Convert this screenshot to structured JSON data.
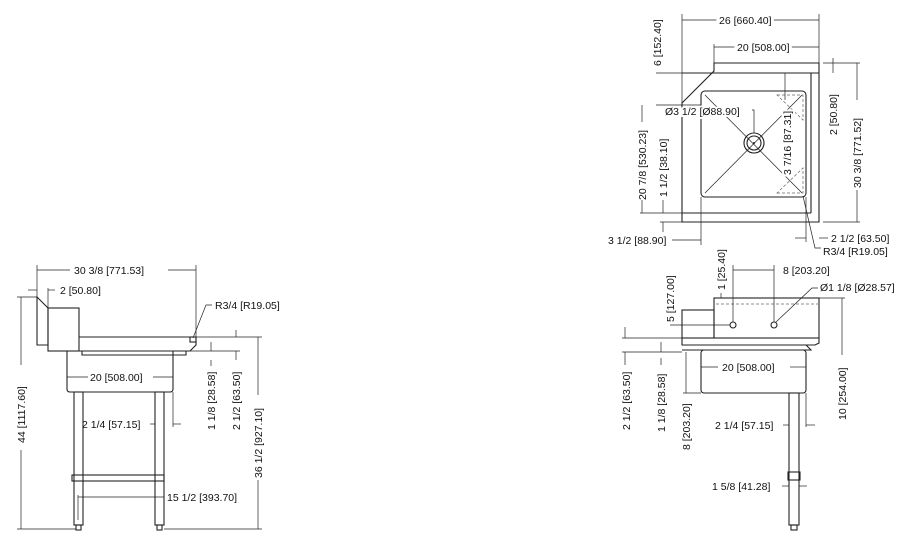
{
  "top_view": {
    "overall_width": "26 [660.40]",
    "bowl_width": "20 [508.00]",
    "backsplash_offset": "6 [152.40]",
    "drain_diameter": "Ø3 1/2 [Ø88.90]",
    "drain_offset": "3 7/16 [87.31]",
    "rim_depth": "2 [50.80]",
    "overall_depth": "30 3/8 [771.52]",
    "bowl_front_back": "20 7/8 [530.23]",
    "front_edge": "1 1/2 [38.10]",
    "left_margin": "3 1/2 [88.90]",
    "right_margin": "2 1/2 [63.50]",
    "corner_radius": "R3/4 [R19.05]"
  },
  "front_view": {
    "faucet_top": "1 [25.40]",
    "faucet_spacing": "8 [203.20]",
    "faucet_hole": "Ø1 1/8 [Ø28.57]",
    "faucet_height": "5 [127.00]",
    "rim_height": "2 1/2 [63.50]",
    "rim_drop": "1 1/8 [28.58]",
    "bowl_depth": "8 [203.20]",
    "bowl_width": "20 [508.00]",
    "backsplash_height": "10 [254.00]",
    "leg_offset": "2 1/4 [57.15]",
    "leg_diameter": "1 5/8 [41.28]"
  },
  "side_view": {
    "overall_depth": "30 3/8 [771.53]",
    "backsplash_depth": "2 [50.80]",
    "corner_radius": "R3/4 [R19.05]",
    "overall_height": "44 [1117.60]",
    "bowl_width": "20 [508.00]",
    "rim_drop": "1 1/8 [28.58]",
    "rim_height": "2 1/2 [63.50]",
    "work_height": "36 1/2 [927.10]",
    "leg_offset": "2 1/4 [57.15]",
    "leg_spacing": "15 1/2 [393.70]"
  }
}
